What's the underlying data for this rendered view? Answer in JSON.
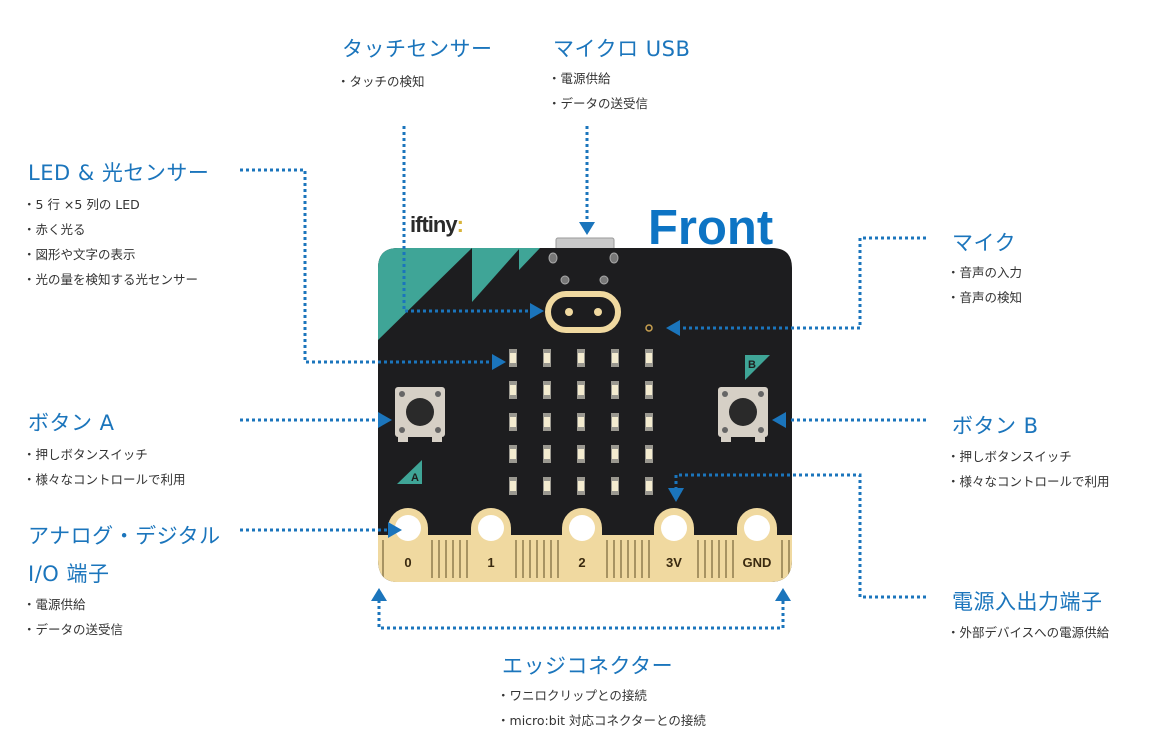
{
  "colors": {
    "accent": "#1b75bc",
    "board": "#1d1d1f",
    "teal": "#3fa597",
    "gold": "#f0d9a0",
    "led": "#f4ecd0"
  },
  "brand": {
    "name": "iftiny",
    "suffix": ":"
  },
  "front_label": "Front",
  "callouts": {
    "touch_sensor": {
      "title": "タッチセンサー",
      "items": [
        "タッチの検知"
      ]
    },
    "micro_usb": {
      "title": "マイクロ USB",
      "items": [
        "電源供給",
        "データの送受信"
      ]
    },
    "led_light": {
      "title": "LED & 光センサー",
      "items": [
        "5 行 ×5 列の LED",
        "赤く光る",
        "図形や文字の表示",
        "光の量を検知する光センサー"
      ]
    },
    "mic": {
      "title": "マイク",
      "items": [
        "音声の入力",
        "音声の検知"
      ]
    },
    "button_a": {
      "title": "ボタン A",
      "items": [
        "押しボタンスイッチ",
        "様々なコントロールで利用"
      ]
    },
    "button_b": {
      "title": "ボタン B",
      "items": [
        "押しボタンスイッチ",
        "様々なコントロールで利用"
      ]
    },
    "analog_digital": {
      "title_line1": "アナログ・デジタル",
      "title_line2": "I/O 端子",
      "items": [
        "電源供給",
        "データの送受信"
      ]
    },
    "power_io": {
      "title": "電源入出力端子",
      "items": [
        "外部デバイスへの電源供給"
      ]
    },
    "edge_connector": {
      "title": "エッジコネクター",
      "items": [
        "ワニロクリップとの接続",
        "micro:bit 対応コネクターとの接続"
      ]
    }
  },
  "board": {
    "pins": [
      "0",
      "1",
      "2",
      "3V",
      "GND"
    ],
    "button_a_label": "A",
    "button_b_label": "B",
    "led_rows": 5,
    "led_cols": 5
  }
}
